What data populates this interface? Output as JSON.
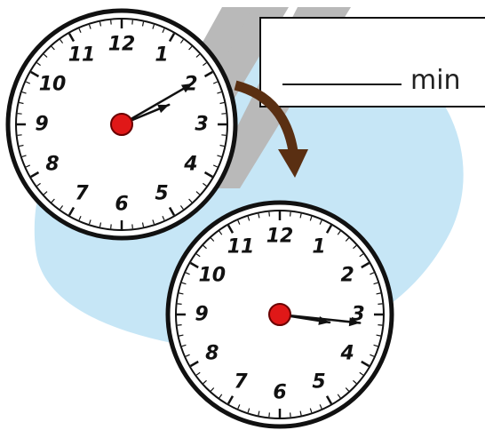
{
  "answer_box": {
    "unit_label": "min",
    "answer_value": ""
  },
  "clock_start": {
    "numbers": [
      "12",
      "1",
      "2",
      "3",
      "4",
      "5",
      "6",
      "7",
      "8",
      "9",
      "10",
      "11"
    ],
    "hour_hand_o_clock": 2.25,
    "minute_hand_minutes": 10
  },
  "clock_end": {
    "numbers": [
      "12",
      "1",
      "2",
      "3",
      "4",
      "5",
      "6",
      "7",
      "8",
      "9",
      "10",
      "11"
    ],
    "hour_hand_o_clock": 3.3,
    "minute_hand_minutes": 16
  },
  "colors": {
    "background_blob": "#c6e6f6",
    "watermark": "#b9b9b9",
    "arrow": "#5a2f12",
    "hub": "#e01818",
    "clock_border": "#111111"
  }
}
